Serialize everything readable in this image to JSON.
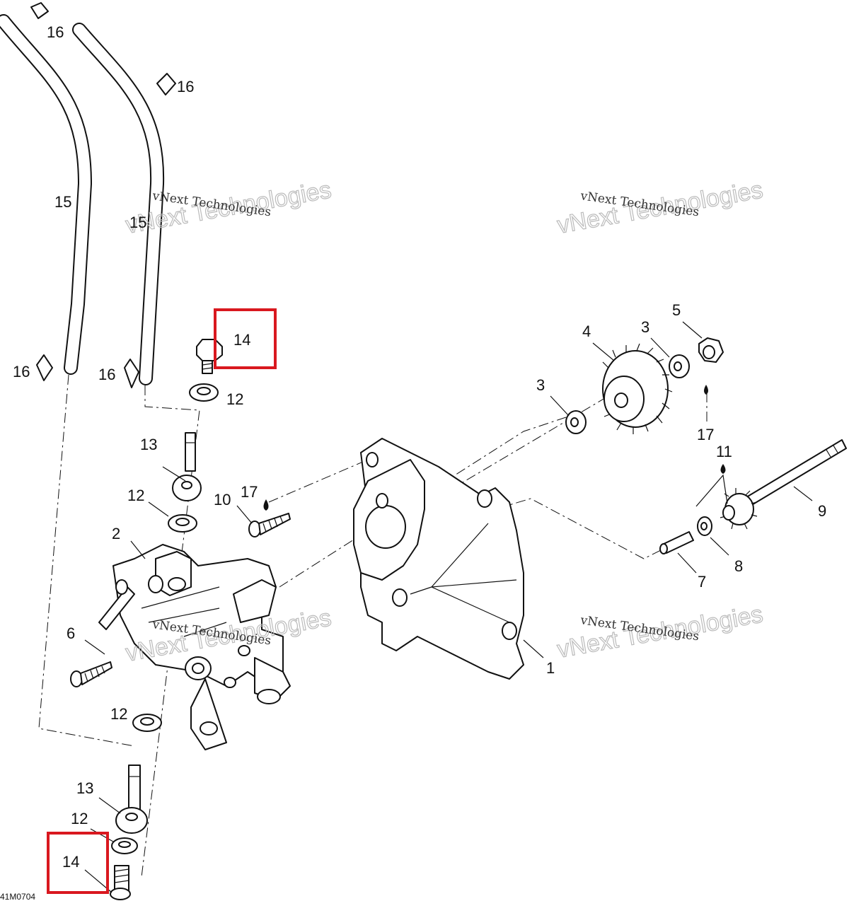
{
  "diagram": {
    "callouts": [
      {
        "id": "c16a",
        "text": "16"
      },
      {
        "id": "c16b",
        "text": "16"
      },
      {
        "id": "c16c",
        "text": "16"
      },
      {
        "id": "c16d",
        "text": "16"
      },
      {
        "id": "c15a",
        "text": "15"
      },
      {
        "id": "c15b",
        "text": "15"
      },
      {
        "id": "c14a",
        "text": "14"
      },
      {
        "id": "c12a",
        "text": "12"
      },
      {
        "id": "c13a",
        "text": "13"
      },
      {
        "id": "c12b",
        "text": "12"
      },
      {
        "id": "c10",
        "text": "10"
      },
      {
        "id": "c17a",
        "text": "17"
      },
      {
        "id": "c2",
        "text": "2"
      },
      {
        "id": "c6",
        "text": "6"
      },
      {
        "id": "c12c",
        "text": "12"
      },
      {
        "id": "c13b",
        "text": "13"
      },
      {
        "id": "c12d",
        "text": "12"
      },
      {
        "id": "c14b",
        "text": "14"
      },
      {
        "id": "c4",
        "text": "4"
      },
      {
        "id": "c3a",
        "text": "3"
      },
      {
        "id": "c5",
        "text": "5"
      },
      {
        "id": "c3b",
        "text": "3"
      },
      {
        "id": "c17b",
        "text": "17"
      },
      {
        "id": "c11",
        "text": "11"
      },
      {
        "id": "c9",
        "text": "9"
      },
      {
        "id": "c8",
        "text": "8"
      },
      {
        "id": "c7",
        "text": "7"
      },
      {
        "id": "c1",
        "text": "1"
      }
    ],
    "watermarks": [
      {
        "line1": "vNext Technologies",
        "line2": "vNext Technologies"
      },
      {
        "line1": "vNext Technologies",
        "line2": "vNext Technologies"
      },
      {
        "line1": "vNext Technologies",
        "line2": "vNext Technologies"
      },
      {
        "line1": "vNext Technologies",
        "line2": "vNext Technologies"
      }
    ],
    "drawing_code": "41M0704",
    "highlight_color": "#d9181f"
  }
}
